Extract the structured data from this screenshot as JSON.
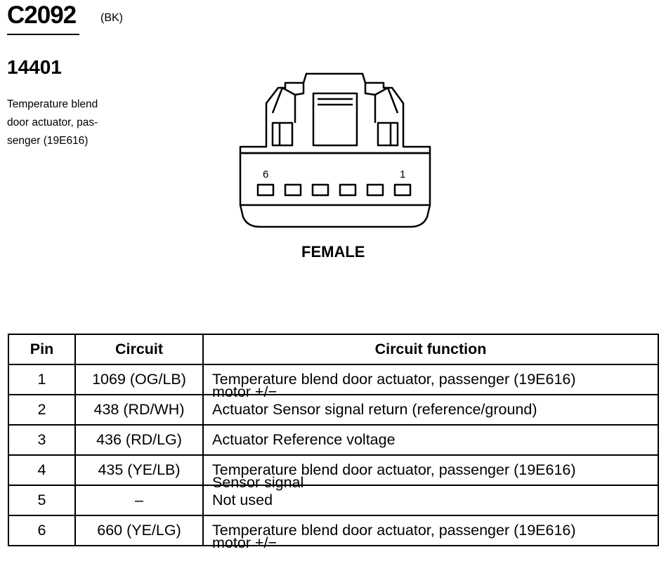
{
  "connector": {
    "id": "C2092",
    "color_code": "(BK)",
    "part_number": "14401",
    "description": "Temperature blend door actuator, passenger (19E616)",
    "description_lines": [
      "Temperature blend",
      "door actuator, pas-",
      "senger (19E616)"
    ],
    "gender": "FEMALE",
    "pin_first_label": "6",
    "pin_last_label": "1",
    "pin_count": 6
  },
  "table": {
    "headers": [
      "Pin",
      "Circuit",
      "Circuit function"
    ],
    "rows": [
      {
        "pin": "1",
        "circuit": "1069 (OG/LB)",
        "function": "Temperature blend door actuator, passenger (19E616)",
        "function_cont": "motor +/−"
      },
      {
        "pin": "2",
        "circuit": "438 (RD/WH)",
        "function": "Actuator Sensor signal return (reference/ground)",
        "function_cont": ""
      },
      {
        "pin": "3",
        "circuit": "436 (RD/LG)",
        "function": "Actuator Reference voltage",
        "function_cont": ""
      },
      {
        "pin": "4",
        "circuit": "435 (YE/LB)",
        "function": "Temperature blend door actuator, passenger (19E616)",
        "function_cont": "Sensor signal"
      },
      {
        "pin": "5",
        "circuit": "–",
        "function": "Not used",
        "function_cont": ""
      },
      {
        "pin": "6",
        "circuit": "660 (YE/LG)",
        "function": "Temperature blend door actuator, passenger (19E616)",
        "function_cont": "motor +/−"
      }
    ]
  }
}
